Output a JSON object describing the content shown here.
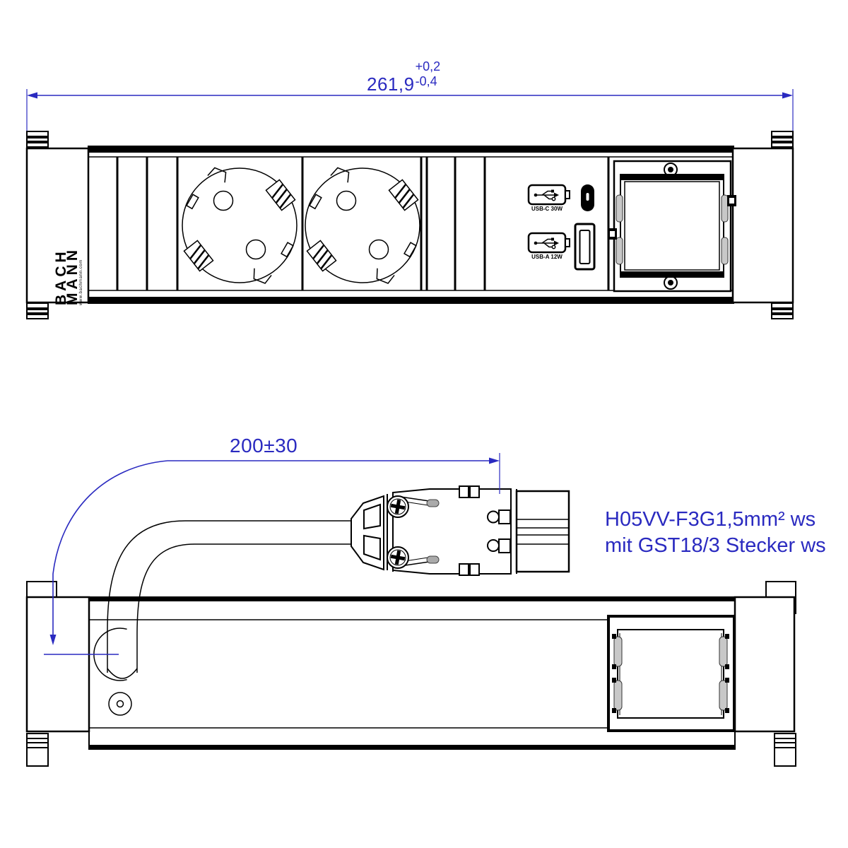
{
  "colors": {
    "dimension_blue": "#2a2ac0",
    "line_black": "#000000"
  },
  "front_view": {
    "overall_width_dimension": {
      "value": "261,9",
      "tolerance_plus": "+0,2",
      "tolerance_minus": "-0,4"
    },
    "brand_logo": {
      "line1": "BACH",
      "line2": "MANN",
      "subtext": "www.bachmann.com"
    },
    "usb_module": {
      "usb_c_label": "USB-C 30W",
      "usb_a_label": "USB-A 12W"
    }
  },
  "cable_view": {
    "cable_length_dimension": {
      "value": "200±30"
    },
    "cable_note_line1": "H05VV-F3G1,5mm² ws",
    "cable_note_line2": "mit GST18/3  Stecker ws"
  }
}
